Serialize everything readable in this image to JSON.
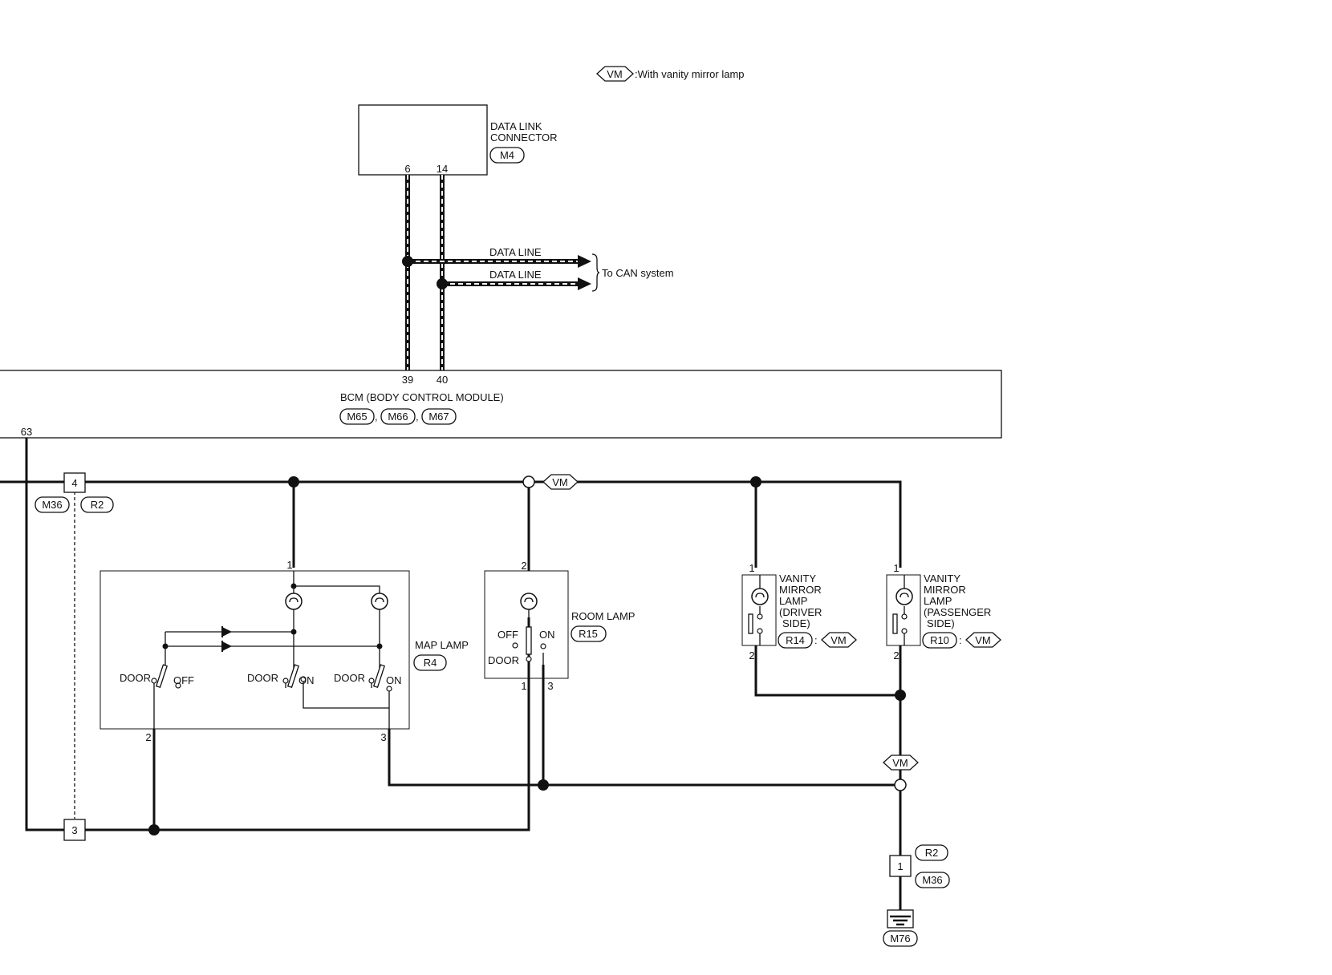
{
  "legend": {
    "vm_tag": "VM",
    "vm_text": ":With vanity mirror lamp"
  },
  "data_link_connector": {
    "label_line1": "DATA LINK",
    "label_line2": "CONNECTOR",
    "connector": "M4",
    "pin_a": "6",
    "pin_b": "14"
  },
  "can": {
    "line1": "DATA LINE",
    "line2": "DATA LINE",
    "destination": "To CAN system"
  },
  "bcm": {
    "label": "BCM (BODY CONTROL MODULE)",
    "connectors": [
      "M65",
      "M66",
      "M67"
    ],
    "sep1": ",",
    "sep2": ",",
    "pin_39": "39",
    "pin_40": "40",
    "pin_63": "63"
  },
  "joint_upper": {
    "pin": "4",
    "conn_a": "M36",
    "conn_b": "R2"
  },
  "joint_lower": {
    "pin": "3"
  },
  "vm_tag_top": "VM",
  "map_lamp": {
    "label": "MAP LAMP",
    "connector": "R4",
    "pin_1": "1",
    "pin_2": "2",
    "pin_3": "3",
    "sw1_door": "DOOR",
    "sw1_off": "OFF",
    "sw2_door": "DOOR",
    "sw2_on": "ON",
    "sw3_door": "DOOR",
    "sw3_on": "ON"
  },
  "room_lamp": {
    "label": "ROOM LAMP",
    "connector": "R15",
    "pin_2": "2",
    "pin_1": "1",
    "pin_3": "3",
    "off": "OFF",
    "on": "ON",
    "door": "DOOR"
  },
  "vanity_driver": {
    "l1": "VANITY",
    "l2": "MIRROR",
    "l3": "LAMP",
    "l4": "(DRIVER",
    "l5": "SIDE)",
    "connector": "R14",
    "colon": ":",
    "vm": "VM",
    "pin_1": "1",
    "pin_2": "2"
  },
  "vanity_passenger": {
    "l1": "VANITY",
    "l2": "MIRROR",
    "l3": "LAMP",
    "l4": "(PASSENGER",
    "l5": "SIDE)",
    "connector": "R10",
    "colon": ":",
    "vm": "VM",
    "pin_1": "1",
    "pin_2": "2"
  },
  "vm_tag_ground": "VM",
  "ground_joint": {
    "pin": "1",
    "conn_a": "R2",
    "conn_b": "M36"
  },
  "ground": {
    "connector": "M76"
  }
}
